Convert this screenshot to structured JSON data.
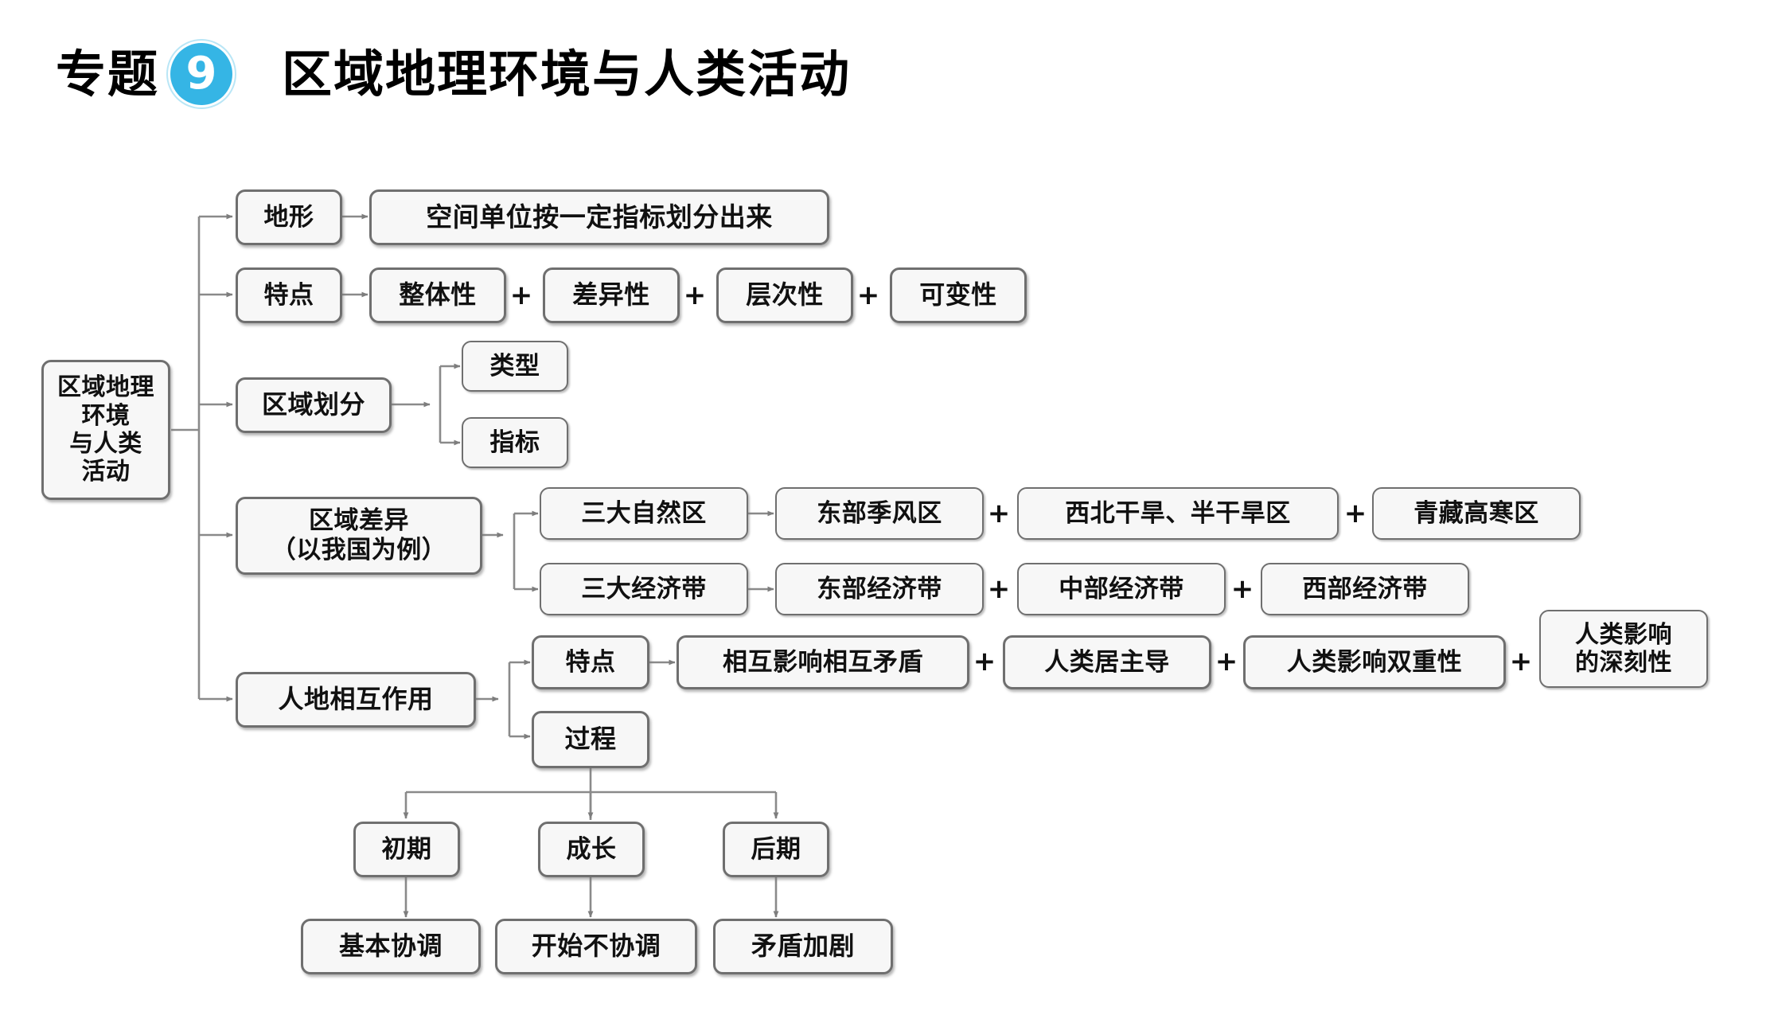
{
  "header": {
    "prefix": "专题",
    "badge": "9",
    "badge_color": "#35b5e5",
    "title": "区域地理环境与人类活动"
  },
  "diagram": {
    "root": "区域地理\n环境\n与人类\n活动",
    "root_plain": "区域地理环境与人类活动",
    "branches": {
      "landform": {
        "label": "地形",
        "detail": "空间单位按一定指标划分出来"
      },
      "features": {
        "label": "特点",
        "items": [
          "整体性",
          "差异性",
          "层次性",
          "可变性"
        ],
        "separator": "+"
      },
      "division": {
        "label": "区域划分",
        "items": [
          "类型",
          "指标"
        ]
      },
      "difference": {
        "label": "区域差异\n（以我国为例）",
        "natural": {
          "label": "三大自然区",
          "items": [
            "东部季风区",
            "西北干旱、半干旱区",
            "青藏高寒区"
          ],
          "separator": "+"
        },
        "economic": {
          "label": "三大经济带",
          "items": [
            "东部经济带",
            "中部经济带",
            "西部经济带"
          ],
          "separator": "+"
        }
      },
      "interaction": {
        "label": "人地相互作用",
        "features": {
          "label": "特点",
          "items": [
            "相互影响相互矛盾",
            "人类居主导",
            "人类影响双重性",
            "人类影响\n的深刻性"
          ],
          "separator": "+"
        },
        "process": {
          "label": "过程",
          "stages": [
            {
              "stage": "初期",
              "result": "基本协调"
            },
            {
              "stage": "成长",
              "result": "开始不协调"
            },
            {
              "stage": "后期",
              "result": "矛盾加剧"
            }
          ]
        }
      }
    }
  },
  "style": {
    "box_border": "#6f6f6f",
    "box_fill": "#f7f7f7",
    "connector": "#8a8a8a",
    "text": "#111111"
  }
}
